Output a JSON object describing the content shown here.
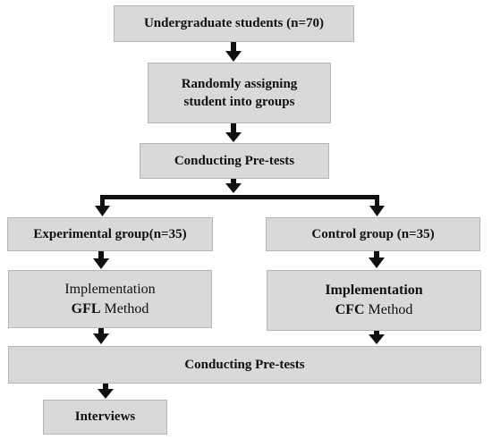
{
  "flowchart": {
    "boxes": {
      "undergrad": "Undergraduate students (n=70)",
      "random_line1": "Randomly assigning",
      "random_line2": "student into groups",
      "pretest_top": "Conducting Pre-tests",
      "experimental": "Experimental group(n=35)",
      "control": "Control group (n=35)",
      "gfl_line1": "Implementation",
      "gfl_method_prefix": "GFL",
      "gfl_method_suffix": "Method",
      "cfc_line1": "Implementation",
      "cfc_method_prefix": "CFC",
      "cfc_method_suffix": "Method",
      "pretest_bottom": "Conducting Pre-tests",
      "interviews": "Interviews"
    },
    "colors": {
      "box_fill": "#d9d9d9",
      "box_border": "#b5b5b5",
      "arrow": "#111111"
    }
  }
}
